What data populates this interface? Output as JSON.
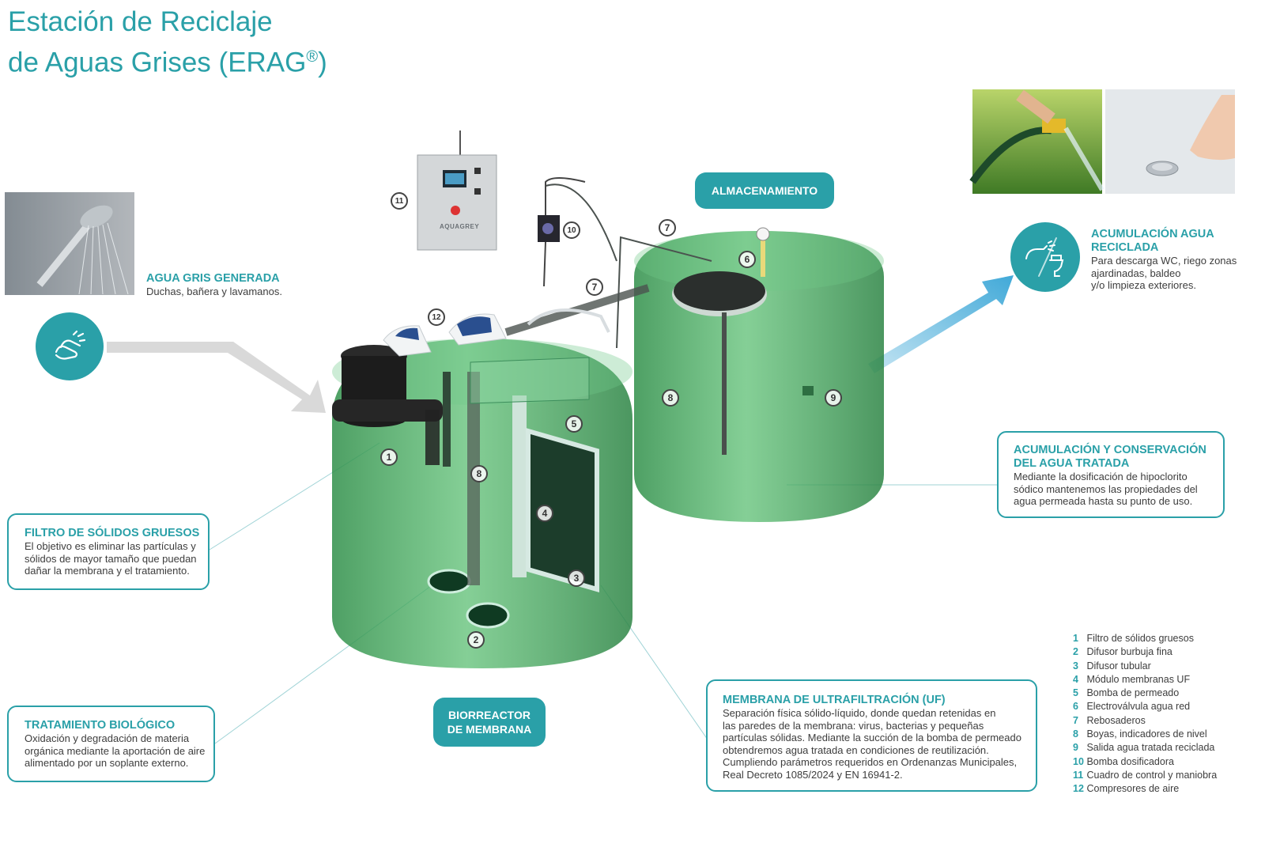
{
  "title": {
    "line1": "Estación de Reciclaje",
    "line2": "de Aguas Grises (ERAG",
    "reg": "®",
    "close": ")"
  },
  "labels": {
    "almacenamiento": "ALMACENAMIENTO",
    "biorreactor_1": "BIORREACTOR",
    "biorreactor_2": "DE MEMBRANA",
    "panel_brand": "AQUAGREY"
  },
  "agua_gris": {
    "heading": "AGUA GRIS GENERADA",
    "text": "Duchas, bañera y lavamanos."
  },
  "acumulacion_reciclada": {
    "heading_1": "ACUMULACIÓN AGUA",
    "heading_2": "RECICLADA",
    "text_1": "Para descarga WC, riego zonas",
    "text_2": "ajardinadas, baldeo",
    "text_3": "y/o limpieza exteriores."
  },
  "filtro": {
    "heading": "FILTRO DE SÓLIDOS GRUESOS",
    "text_1": "El objetivo es eliminar las partículas y",
    "text_2": "sólidos de mayor tamaño que puedan",
    "text_3": "dañar la membrana y el tratamiento."
  },
  "tratamiento": {
    "heading": "TRATAMIENTO BIOLÓGICO",
    "text_1": "Oxidación y degradación de materia",
    "text_2": "orgánica mediante la aportación de aire",
    "text_3": "alimentado por un soplante externo."
  },
  "conservacion": {
    "heading_1": "ACUMULACIÓN Y CONSERVACIÓN",
    "heading_2": "DEL AGUA TRATADA",
    "text_1": "Mediante la dosificación de hipoclorito",
    "text_2": "sódico mantenemos las propiedades del",
    "text_3": "agua permeada hasta su punto de uso."
  },
  "membrana": {
    "heading": "MEMBRANA DE ULTRAFILTRACIÓN (UF)",
    "text_1": "Separación física sólido-líquido, donde quedan retenidas en",
    "text_2": "las paredes de la membrana: virus, bacterias y pequeñas",
    "text_3": "partículas sólidas. Mediante la succión de la bomba de permeado",
    "text_4": "obtendremos agua tratada en condiciones de reutilización.",
    "text_5": "Cumpliendo parámetros requeridos en Ordenanzas Municipales,",
    "text_6": "Real Decreto 1085/2024 y EN 16941-2."
  },
  "legend": [
    {
      "n": "1",
      "label": "Filtro de sólidos gruesos"
    },
    {
      "n": "2",
      "label": "Difusor burbuja fina"
    },
    {
      "n": "3",
      "label": "Difusor tubular"
    },
    {
      "n": "4",
      "label": "Módulo membranas UF"
    },
    {
      "n": "5",
      "label": "Bomba de permeado"
    },
    {
      "n": "6",
      "label": "Electroválvula agua red"
    },
    {
      "n": "7",
      "label": "Rebosaderos"
    },
    {
      "n": "8",
      "label": "Boyas, indicadores de nivel"
    },
    {
      "n": "9",
      "label": "Salida agua tratada reciclada"
    },
    {
      "n": "10",
      "label": "Bomba dosificadora"
    },
    {
      "n": "11",
      "label": "Cuadro de control y maniobra"
    },
    {
      "n": "12",
      "label": "Compresores de aire"
    }
  ],
  "badges": {
    "b1": "1",
    "b2": "2",
    "b3": "3",
    "b4": "4",
    "b5": "5",
    "b6": "6",
    "b7a": "7",
    "b7b": "7",
    "b8a": "8",
    "b8b": "8",
    "b9": "9",
    "b10": "10",
    "b11": "11",
    "b12": "12"
  },
  "colors": {
    "accent": "#2aa0a8",
    "tank_green": "#3fa35a",
    "arrow_blue": "#41a9d8",
    "arrow_grey": "#d6d6d6"
  },
  "icons": {
    "hands": "washing-hands-icon",
    "reuse": "hose-toilet-icon"
  }
}
